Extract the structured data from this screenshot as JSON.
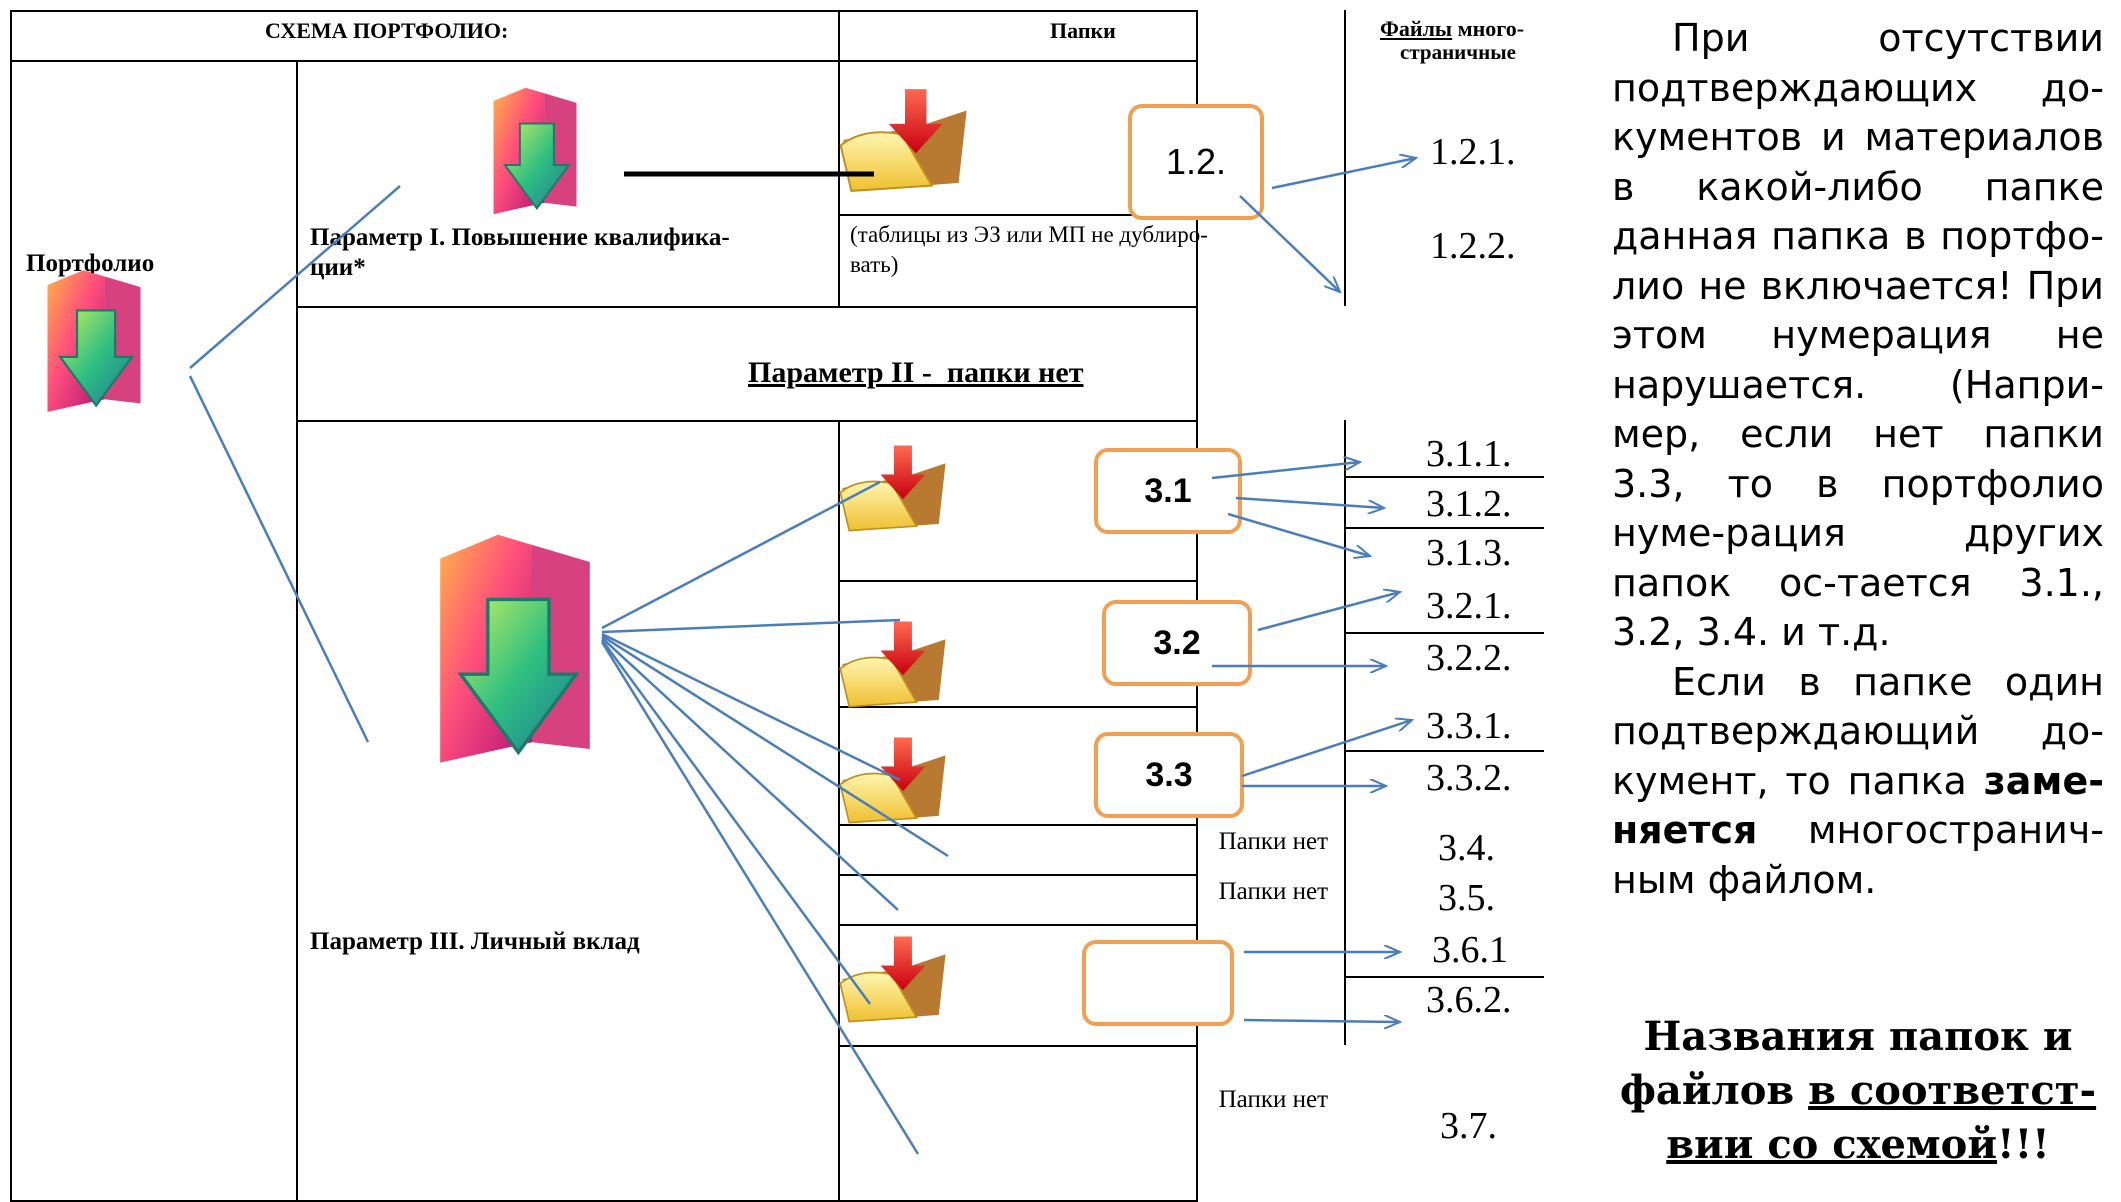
{
  "header": {
    "schema": "СХЕМА ПОРТФОЛИО:",
    "folders": "Папки",
    "files_underlined": "Файлы",
    "files_rest": " много-",
    "files_line2": "страничные"
  },
  "portfolio_label": "Портфолио",
  "param1": {
    "label": "Параметр I. Повышение квалифика-ции*",
    "label_line1": "Параметр I. Повышение квалифика-",
    "label_line2": "ции*",
    "box": "1.2.",
    "note_line1": "(таблицы из ЭЗ или МП не дублиро-",
    "note_line2": "вать)",
    "files": [
      "1.2.1.",
      "1.2.2."
    ]
  },
  "param2": {
    "label": "Параметр II -  папки нет"
  },
  "param3": {
    "label": "Параметр III.  Личный вклад",
    "boxes": [
      "3.1",
      "3.2",
      "3.3",
      ""
    ],
    "no_folder": "Папки нет",
    "files": [
      "3.1.1.",
      "3.1.2.",
      "3.1.3.",
      "3.2.1.",
      "3.2.2.",
      "3.3.1.",
      "3.3.2.",
      "3.4.",
      "3.5.",
      "3.6.1",
      "3.6.2.",
      "3.7."
    ]
  },
  "sidebar": {
    "para1": "При отсутствии подтверждающих до-кументов и материалов в какой-либо папке данная папка в портфо-лио не включается! При этом нумерация не нарушается. (Напри-мер, если нет папки 3.3, то в портфолио нуме-рация других папок ос-тается 3.1., 3.2, 3.4. и т.д.",
    "para2_a": "Если в папке один подтверждающий до-кумент, то папка ",
    "para2_bold": "заме-няется",
    "para2_b": " многостранич-ным файлом.",
    "closing_a": "Названия папок и файлов ",
    "closing_u": "в соответст-вии со схемой",
    "closing_b": "!!!"
  },
  "colors": {
    "arrow": "#4a7ebb",
    "box_border": "#f0a050"
  },
  "icons": {
    "big_folder": "folder-download-icon",
    "small_folder": "folder-red-arrow-icon"
  }
}
